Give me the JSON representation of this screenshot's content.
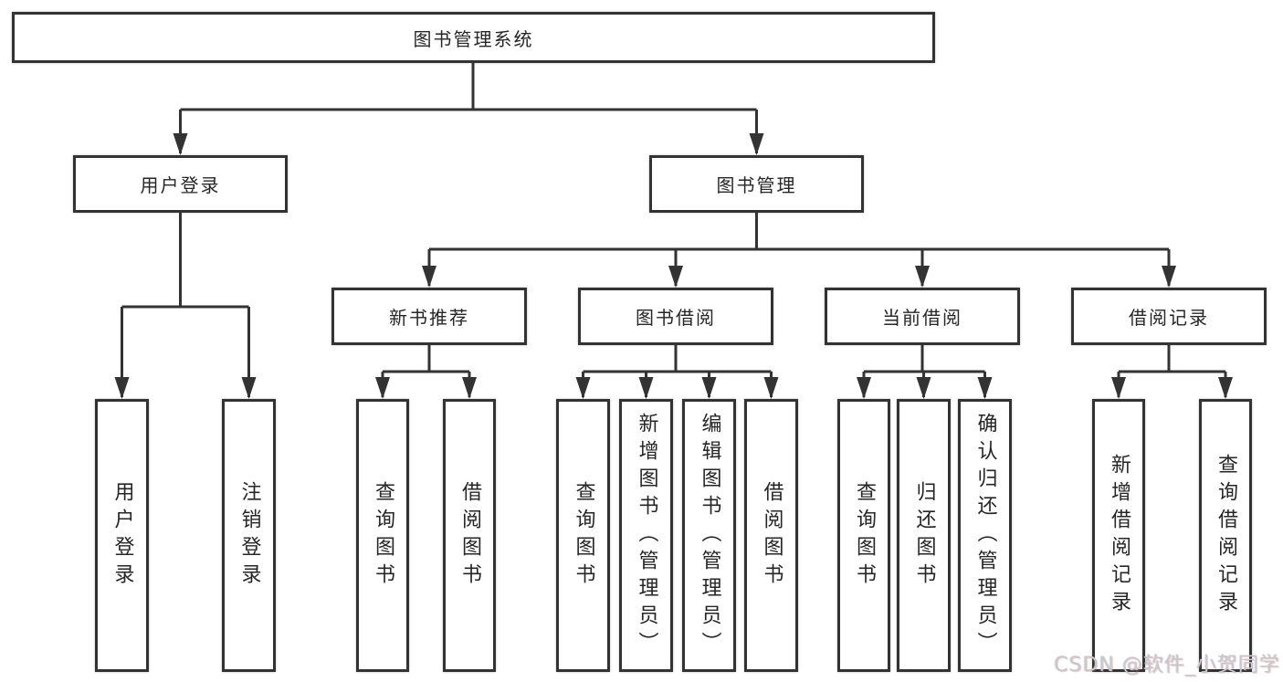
{
  "nodes": {
    "root": "图书管理系统",
    "level2": [
      "用户登录",
      "图书管理"
    ],
    "level3": [
      "新书推荐",
      "图书借阅",
      "当前借阅",
      "借阅记录"
    ],
    "leaves_user_login": [
      "用户登录",
      "注销登录"
    ],
    "leaves_new_book": [
      "查询图书",
      "借阅图书"
    ],
    "leaves_book_borrow": [
      "查询图书",
      "新增图书（管理员）",
      "编辑图书（管理员）",
      "借阅图书"
    ],
    "leaves_current_borrow": [
      "查询图书",
      "归还图书",
      "确认归还（管理员）"
    ],
    "leaves_borrow_record": [
      "新增借阅记录",
      "查询借阅记录"
    ]
  },
  "watermark": "CSDN @软件_小贺同学",
  "colors": {
    "line": "#333333",
    "box_border": "#333333",
    "box_fill": "#ffffff",
    "text": "#262626",
    "watermark": "#c8c8c8",
    "background": "#ffffff"
  }
}
